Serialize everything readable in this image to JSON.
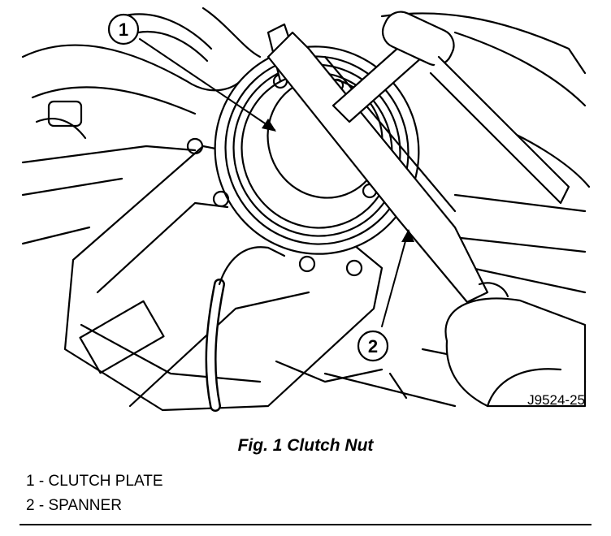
{
  "figure": {
    "drawing_code": "J9524-25",
    "caption": "Fig. 1 Clutch Nut",
    "callouts": [
      {
        "number": "1"
      },
      {
        "number": "2"
      }
    ]
  },
  "legend": [
    {
      "number": "1",
      "separator": " - ",
      "text": "CLUTCH PLATE"
    },
    {
      "number": "2",
      "separator": " - ",
      "text": "SPANNER"
    }
  ]
}
